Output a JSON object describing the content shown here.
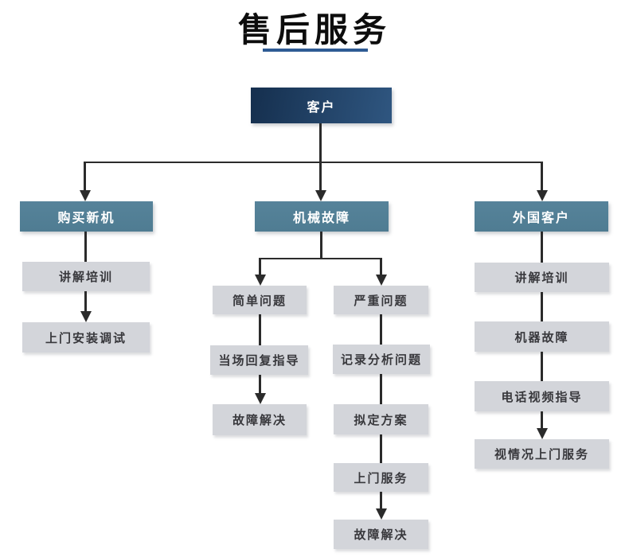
{
  "title": {
    "text": "售后服务"
  },
  "colors": {
    "navy_dark": "#152f4e",
    "navy_light": "#2f5680",
    "teal": "#56839a",
    "gray_box": "#d3d5da",
    "line": "#2b2b2b",
    "underline": "#2e5b94",
    "text_dark": "#38383c",
    "text_white": "#ffffff"
  },
  "nodes": {
    "customer": {
      "label": "客户"
    },
    "branch_new_machine": {
      "label": "购买新机"
    },
    "branch_mechanical_failure": {
      "label": "机械故障"
    },
    "branch_foreign_customer": {
      "label": "外国客户"
    },
    "left_training": {
      "label": "讲解培训"
    },
    "left_onsite_install": {
      "label": "上门安装调试"
    },
    "mid_simple_problem": {
      "label": "简单问题"
    },
    "mid_serious_problem": {
      "label": "严重问题"
    },
    "mid_onsite_reply": {
      "label": "当场回复指导"
    },
    "mid_fault_resolved_left": {
      "label": "故障解决"
    },
    "mid_record_analyze": {
      "label": "记录分析问题"
    },
    "mid_draft_plan": {
      "label": "拟定方案"
    },
    "mid_door_service": {
      "label": "上门服务"
    },
    "mid_fault_resolved_right": {
      "label": "故障解决"
    },
    "right_training": {
      "label": "讲解培训"
    },
    "right_machine_failure": {
      "label": "机器故障"
    },
    "right_phone_video": {
      "label": "电话视频指导"
    },
    "right_conditional_onsite": {
      "label": "视情况上门服务"
    }
  },
  "chart_data": {
    "type": "flowchart",
    "title": "售后服务",
    "root": "客户",
    "branches": [
      {
        "name": "购买新机",
        "steps": [
          "讲解培训",
          "上门安装调试"
        ]
      },
      {
        "name": "机械故障",
        "sub_branches": [
          {
            "name": "简单问题",
            "steps": [
              "当场回复指导",
              "故障解决"
            ]
          },
          {
            "name": "严重问题",
            "steps": [
              "记录分析问题",
              "拟定方案",
              "上门服务",
              "故障解决"
            ]
          }
        ]
      },
      {
        "name": "外国客户",
        "steps": [
          "讲解培训",
          "机器故障",
          "电话视频指导",
          "视情况上门服务"
        ]
      }
    ]
  }
}
